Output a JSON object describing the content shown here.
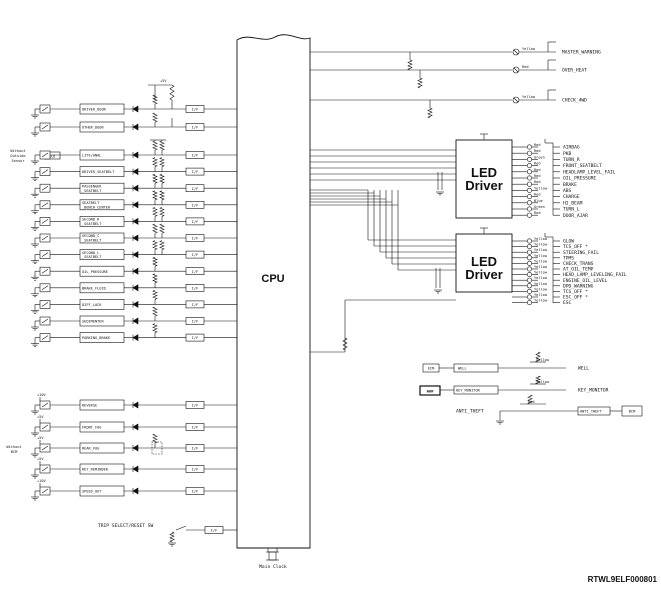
{
  "cpu_label": "CPU",
  "main_clock_label": "Main Clock",
  "reference_code": "RTWL9ELF000801",
  "led_driver_label": "LED\nDriver",
  "interface_label": "I/F",
  "left_side_notes": {
    "without_outside_sensor": "Without\nOutside\nSensor",
    "without_bcm": "Without\nBCM"
  },
  "supply_labels": [
    "+10V",
    "+5V",
    "+5V",
    "+5V",
    "+10V"
  ],
  "acd_box": "ACD",
  "left_inputs_top": [
    "DRIVER_DOOR",
    "OTHER_DOOR"
  ],
  "left_inputs_mid": [
    "LITE/ANAL",
    "DRIVER_SEATBELT",
    "PASSENGER\n_SEATBELT",
    "SEATBELT\n_BENCH_CENTER",
    "SECOND_R\n_SEATBELT",
    "SECOND_C\n_SEATBELT",
    "SECOND_L\n_SEATBELT",
    "OIL_PRESSURE",
    "BRAKE_FLUID",
    "DIFF_LOCK",
    "SEDIMENTER",
    "PARKING_BRAKE"
  ],
  "left_inputs_bottom": [
    "REVERSE",
    "FRONT_FOG",
    "REAR_FOG",
    "KEY_REMINDER",
    "SPEED_OUT"
  ],
  "trip_switch": "TRIP SELECT/RESET SW",
  "warning_outputs": [
    "MASTER_WARNING",
    "OVER_HEAT",
    "CHECK_4WD"
  ],
  "led_driver_1_outputs": [
    "AIRBAG",
    "PKB",
    "TURN_R",
    "FRONT_SEATBELT",
    "HEADLAMP_LEVEL_FAIL",
    "OIL_PRESSURE",
    "BRAKE",
    "ABS",
    "CHARGE",
    "HI_BEAM",
    "TURN_L",
    "DOOR_AJAR"
  ],
  "led_driver_2_outputs": [
    "GLOW",
    "TCS_OFF *",
    "STEERING_FAIL",
    "TPMS",
    "CHECK_TRANS",
    "AT_OIL_TEMP",
    "HEAD_LAMP_LEVELING_FAIL",
    "ENGINE_OIL_LEVEL",
    "DPD_WARNING",
    "TCS_OFF *",
    "ESC_OFF *",
    "ESC"
  ],
  "led_color_tags_1": [
    "Red",
    "Red",
    "Green",
    "Red",
    "Red",
    "Red",
    "Red",
    "Yellow",
    "Red",
    "Blue",
    "Green",
    "Red"
  ],
  "led_color_tags_2": [
    "Yellow",
    "Yellow",
    "Yellow",
    "Yellow",
    "Yellow",
    "Yellow",
    "Yellow",
    "Yellow",
    "Yellow",
    "Yellow",
    "Yellow",
    "Yellow"
  ],
  "lamp_tags": [
    "Yellow",
    "Red",
    "Yellow"
  ],
  "right_bottom": {
    "ecm_box": "ECM",
    "well_in": "WELL",
    "well_out": "WELL",
    "wam_box": "WAM",
    "key_monitor_in": "KEY_MONITOR",
    "key_monitor_out": "KEY_MONITOR",
    "anti_theft_label": "ANTI_THEFT",
    "anti_theft_box": "ANTI_THEFT",
    "bcm_box": "BCM",
    "pull_tags": [
      "Yellow",
      "Yellow",
      "Red"
    ]
  }
}
